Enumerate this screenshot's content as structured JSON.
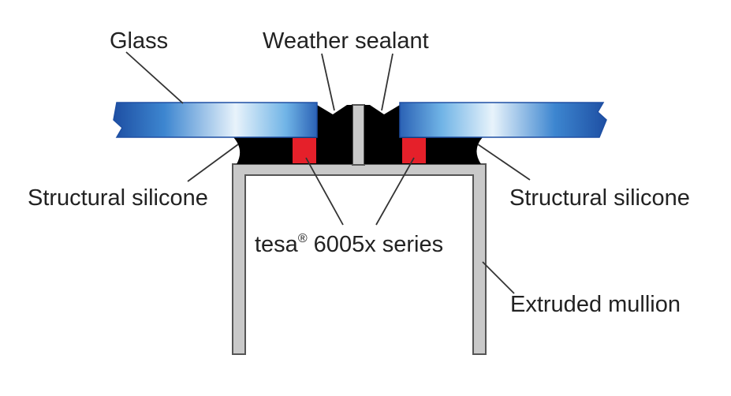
{
  "labels": {
    "glass": "Glass",
    "weather_sealant": "Weather sealant",
    "structural_silicone_left": "Structural silicone",
    "structural_silicone_right": "Structural silicone",
    "tesa_brand": "tesa",
    "tesa_mark": "®",
    "tesa_series": " 6005x series",
    "extruded_mullion": "Extruded mullion"
  },
  "colors": {
    "glass_edge": "#1e4fa3",
    "glass_light": "#e8f3fb",
    "glass_mid": "#4f9fdd",
    "sealant": "#000000",
    "tape": "#e5202a",
    "mullion_fill": "#c9c9c9",
    "mullion_stroke": "#555555",
    "leader": "#333333"
  }
}
